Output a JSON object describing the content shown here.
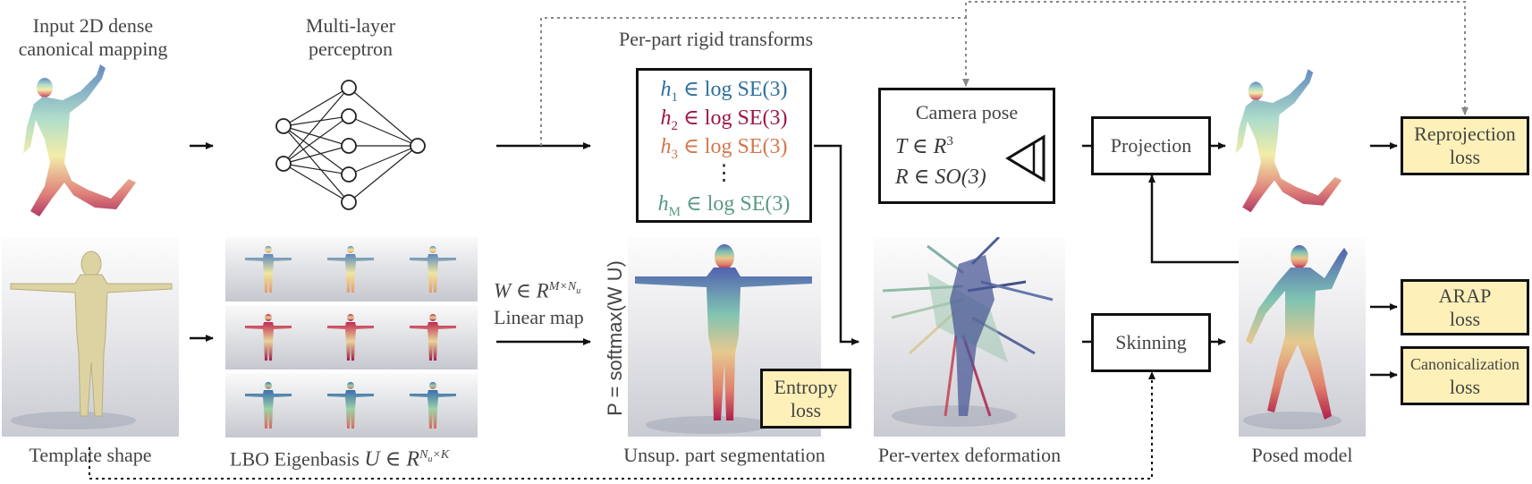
{
  "labels": {
    "input_mapping_l1": "Input 2D dense",
    "input_mapping_l2": "canonical mapping",
    "mlp_l1": "Multi-layer",
    "mlp_l2": "perceptron",
    "rigid_transforms": "Per-part rigid transforms",
    "template_shape": "Template shape",
    "lbo_eigenbasis": "LBO Eigenbasis",
    "lbo_math": "U ∈ R",
    "lbo_sup": "N",
    "lbo_sub": "u",
    "lbo_sup2": "×K",
    "linear_map_math": "W ∈ R",
    "linear_map_sup": "M×N",
    "linear_map_sub": "u",
    "linear_map": "Linear map",
    "softmax": "P = softmax(W U)",
    "part_segmentation": "Unsup. part segmentation",
    "per_vertex": "Per-vertex deformation",
    "posed_model": "Posed model"
  },
  "transforms": {
    "h1": {
      "var": "h",
      "sub": "1",
      "rest": " ∈ log SE(3)",
      "color": "#2e6f9e"
    },
    "h2": {
      "var": "h",
      "sub": "2",
      "rest": " ∈ log SE(3)",
      "color": "#9c1744"
    },
    "h3": {
      "var": "h",
      "sub": "3",
      "rest": " ∈ log SE(3)",
      "color": "#d4774e"
    },
    "dots": "⋮",
    "hM": {
      "var": "h",
      "sub": "M",
      "rest": " ∈ log SE(3)",
      "color": "#5a9a86"
    }
  },
  "camera": {
    "title": "Camera pose",
    "t_line": "T ∈ R",
    "t_sup": "3",
    "r_line": "R ∈ SO(3)"
  },
  "blocks": {
    "projection": "Projection",
    "skinning": "Skinning"
  },
  "losses": {
    "reprojection_l1": "Reprojection",
    "reprojection_l2": "loss",
    "entropy_l1": "Entropy",
    "entropy_l2": "loss",
    "arap_l1": "ARAP",
    "arap_l2": "loss",
    "canon_l1": "Canonicalization",
    "canon_l2": "loss"
  },
  "colors": {
    "loss_fill": "#fdf0b8",
    "dotted": "#888888",
    "arrow": "#111111"
  }
}
